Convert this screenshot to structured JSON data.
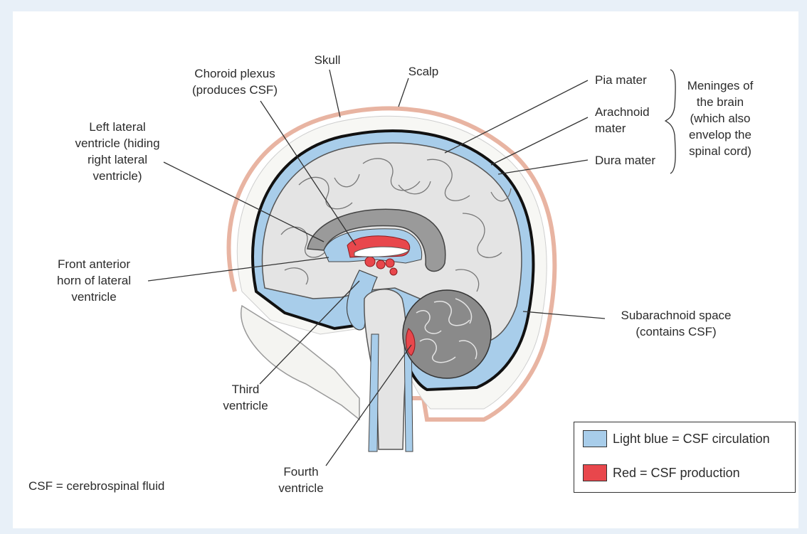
{
  "labels": {
    "skull": "Skull",
    "scalp": "Scalp",
    "choroid_plexus": "Choroid plexus\n(produces CSF)",
    "left_lateral_ventricle": "Left lateral\nventricle (hiding\nright lateral\nventricle)",
    "front_anterior_horn": "Front anterior\nhorn of lateral\nventricle",
    "third_ventricle": "Third\nventricle",
    "fourth_ventricle": "Fourth\nventricle",
    "pia_mater": "Pia mater",
    "arachnoid_mater": "Arachnoid\nmater",
    "dura_mater": "Dura mater",
    "meninges": "Meninges of\nthe brain\n(which also\nenvelop the\nspinal cord)",
    "subarachnoid_space": "Subarachnoid space\n(contains CSF)"
  },
  "footnote": "CSF = cerebrospinal fluid",
  "legend": {
    "items": [
      {
        "label": "Light blue = CSF circulation",
        "color": "#a8cdea"
      },
      {
        "label": "Red = CSF production",
        "color": "#e8474c"
      }
    ]
  },
  "colors": {
    "scalp": "#e8b4a2",
    "csf": "#a8cdea",
    "dura": "#111111",
    "brain": "#e4e4e4",
    "ventricle_gray": "#9a9a9a",
    "production": "#e8474c"
  }
}
